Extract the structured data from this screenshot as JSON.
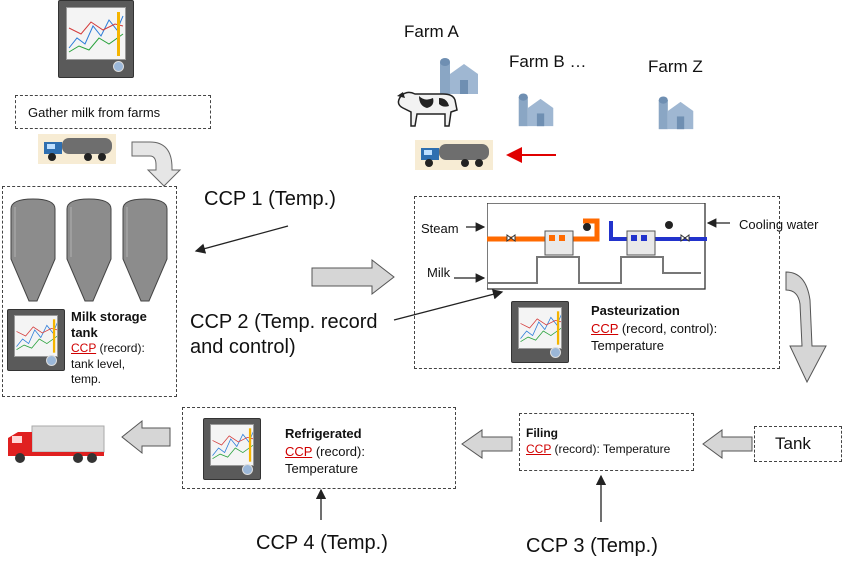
{
  "farms": {
    "farm_a": "Farm A",
    "farm_b": "Farm B …",
    "farm_z": "Farm Z"
  },
  "gather": {
    "label": "Gather milk from farms"
  },
  "ccp1": {
    "label": "CCP 1 (Temp.)"
  },
  "ccp2": {
    "label_line1": "CCP 2 (Temp. record",
    "label_line2": "and control)"
  },
  "ccp3": {
    "label": "CCP 3 (Temp.)"
  },
  "ccp4": {
    "label": "CCP 4 (Temp.)"
  },
  "storage": {
    "title_line1": "Milk storage",
    "title_line2": "tank",
    "ccp": "CCP",
    "ccp_suffix": " (record):",
    "detail_line1": "tank level,",
    "detail_line2": "temp."
  },
  "pasteurization": {
    "steam": "Steam",
    "milk": "Milk",
    "cooling_water": "Cooling water",
    "title": "Pasteurization",
    "ccp": "CCP",
    "ccp_suffix": " (record, control):",
    "detail": "Temperature"
  },
  "tank": {
    "label": "Tank"
  },
  "filling": {
    "title": "Filing",
    "ccp": "CCP",
    "ccp_suffix": " (record): Temperature"
  },
  "refrigerated": {
    "title": "Refrigerated",
    "ccp": "CCP",
    "ccp_suffix": " (record):",
    "detail": "Temperature"
  },
  "colors": {
    "ccp_red": "#d00000",
    "steam_orange": "#ff6a00",
    "cooling_blue": "#2233cc",
    "arrow_fill": "#d6d6d6"
  }
}
